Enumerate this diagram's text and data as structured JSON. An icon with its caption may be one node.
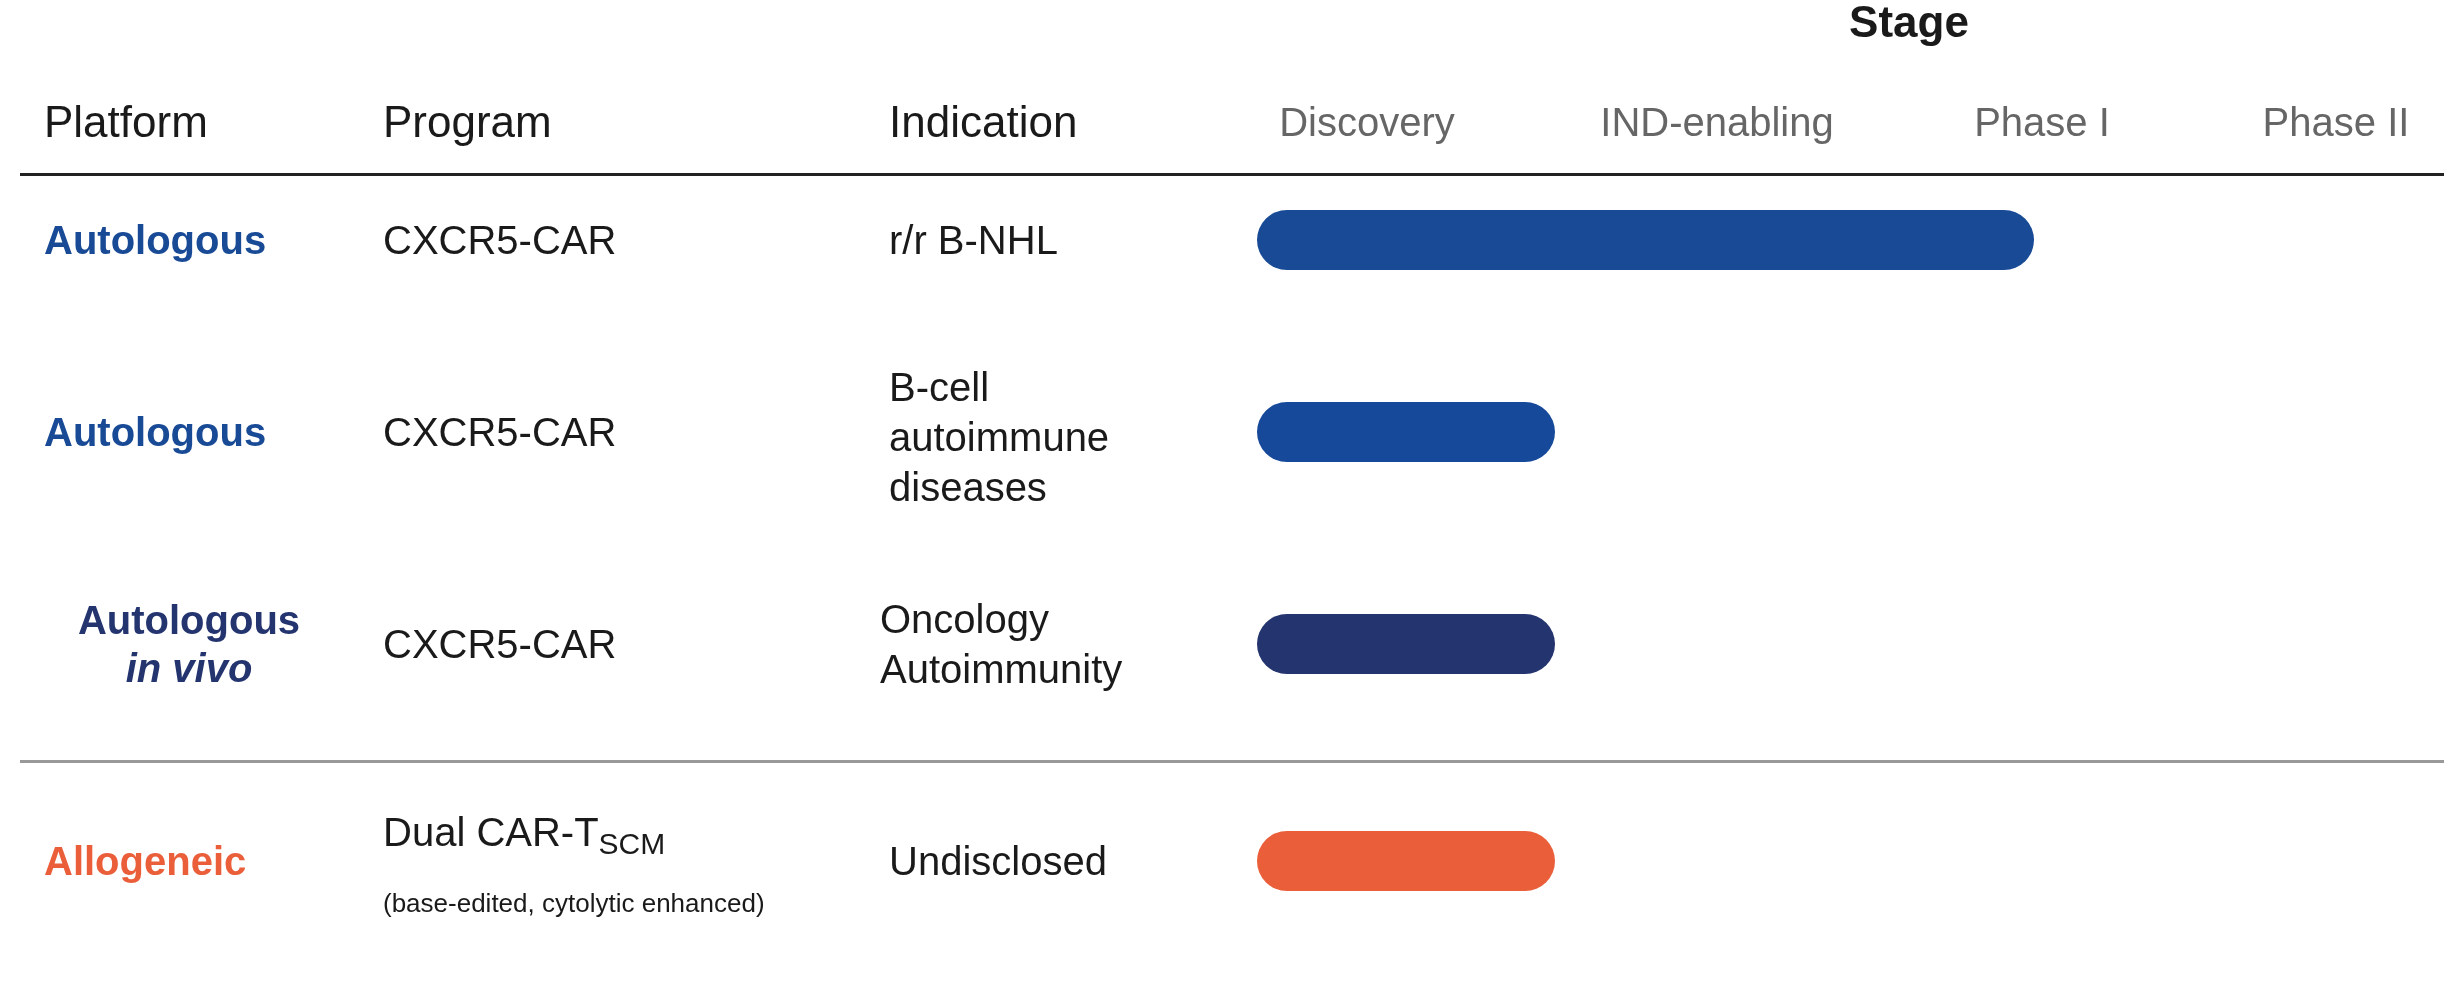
{
  "diagram": {
    "nodes": [
      {
        "text": [],
        "shape": "bar"
      },
      {
        "text": [],
        "shape": "bar"
      },
      {
        "text": [],
        "shape": "bar"
      },
      {
        "text": [],
        "shape": "bar"
      }
    ],
    "labels": [
      "Stage",
      "Platform",
      "Program",
      "Indication",
      "Discovery",
      "IND-enabling",
      "Phase I",
      "Phase II",
      "Autologous",
      "CXCR5-CAR",
      "r/r B-NHL",
      "Autologous",
      "CXCR5-CAR",
      "B-cell autoimmune diseases",
      "Autologous *in vivo*",
      "CXCR5-CAR",
      "Oncology Autoimmunity",
      "Allogeneic",
      "Dual CAR-T$_{SCM}$",
      "(base-edited, cytolytic enhanced)",
      "Undisclosed"
    ]
  }
}
